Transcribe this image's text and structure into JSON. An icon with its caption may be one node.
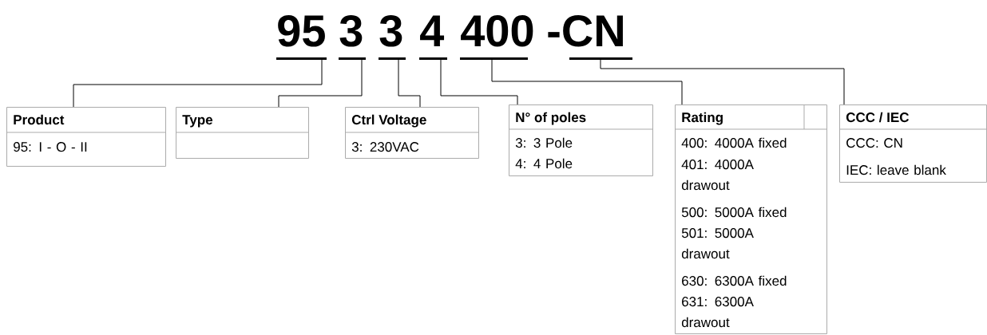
{
  "diagram": {
    "nodes": [
      {
        "text": [
          "95"
        ]
      },
      {
        "text": [
          "3"
        ]
      },
      {
        "text": [
          "3"
        ]
      },
      {
        "text": [
          "4"
        ]
      },
      {
        "text": [
          "400"
        ]
      },
      {
        "text": [
          "-CN"
        ]
      },
      {
        "text": [
          "Product",
          "95: I - O - II"
        ]
      },
      {
        "text": [
          "Type"
        ]
      },
      {
        "text": [
          "Ctrl Voltage",
          "3: 230VAC"
        ]
      },
      {
        "text": [
          "N° of poles",
          "3: 3 Pole",
          "4: 4 Pole"
        ]
      },
      {
        "text": [
          "Rating",
          "400: 4000A fixed",
          "401: 4000A drawout",
          "500: 5000A fixed",
          "501: 5000A drawout",
          "630: 6300A fixed",
          "631: 6300A drawout"
        ]
      },
      {
        "text": [
          "CCC / IEC",
          "CCC: CN",
          "IEC: leave blank"
        ]
      }
    ],
    "edges": [
      {
        "from": 0,
        "to": 6,
        "arrow": "none"
      },
      {
        "from": 1,
        "to": 7,
        "arrow": "none"
      },
      {
        "from": 2,
        "to": 8,
        "arrow": "none"
      },
      {
        "from": 3,
        "to": 9,
        "arrow": "none"
      },
      {
        "from": 4,
        "to": 10,
        "arrow": "none"
      },
      {
        "from": 5,
        "to": 11,
        "arrow": "none"
      }
    ]
  }
}
